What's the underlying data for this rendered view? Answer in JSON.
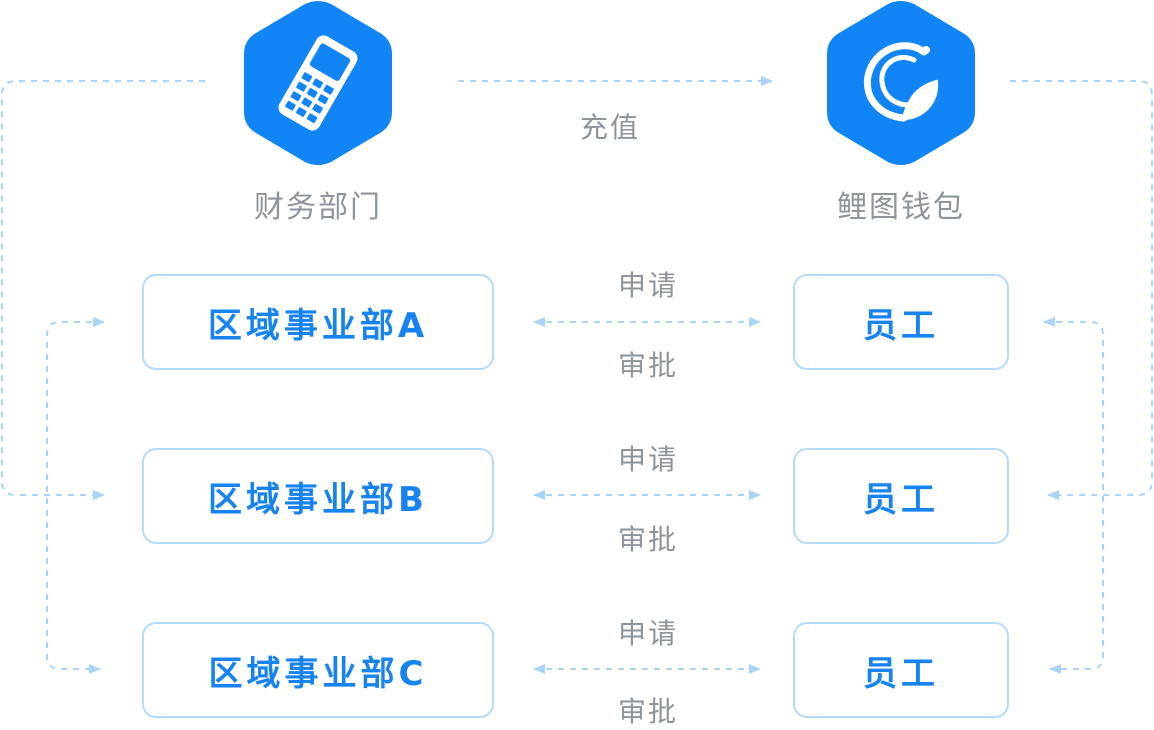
{
  "nodes": {
    "finance": {
      "label": "财务部门",
      "icon": "phone-calculator-icon"
    },
    "wallet": {
      "label": "鲤图钱包",
      "icon": "swirl-leaf-icon"
    }
  },
  "recharge_label": "充值",
  "departments": [
    {
      "label": "区域事业部A"
    },
    {
      "label": "区域事业部B"
    },
    {
      "label": "区域事业部C"
    }
  ],
  "employees": [
    {
      "label": "员工"
    },
    {
      "label": "员工"
    },
    {
      "label": "员工"
    }
  ],
  "edges": [
    {
      "top_label": "申请",
      "bottom_label": "审批"
    },
    {
      "top_label": "申请",
      "bottom_label": "审批"
    },
    {
      "top_label": "申请",
      "bottom_label": "审批"
    }
  ],
  "colors": {
    "accent": "#1683f0",
    "hex_fill": "#1185f5",
    "box_border": "#b4dbfa",
    "dashed_line": "#a9d4f7",
    "label_gray": "#8d949c"
  }
}
